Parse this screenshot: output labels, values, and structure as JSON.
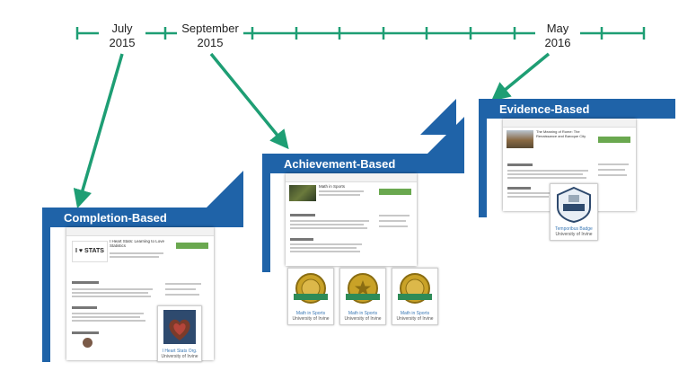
{
  "timeline": {
    "labels": [
      {
        "line1": "July",
        "line2": "2015"
      },
      {
        "line1": "September",
        "line2": "2015"
      },
      {
        "line1": "May",
        "line2": "2016"
      }
    ],
    "color": "#1e9e74"
  },
  "panels": [
    {
      "title": "Completion-Based"
    },
    {
      "title": "Achievement-Based"
    },
    {
      "title": "Evidence-Based"
    }
  ],
  "screens": {
    "completion": {
      "course_title": "I Heart Stats: Learning to Love Statistics",
      "logo_text": "I ♥ STATS",
      "badge_caption": "I Heart Stats Org.",
      "badge_sub": "University of Irvine"
    },
    "achievement": {
      "course_title": "Math in Sports",
      "badge_caption": "Math in Sports",
      "badge_sub": "University of Irvine"
    },
    "evidence": {
      "course_title": "The Meaning of Rome: The Renaissance and Baroque City",
      "badge_caption": "Temporibus Badge",
      "badge_sub": "University of Irvine"
    }
  },
  "colors": {
    "panel_blue": "#1f63a8",
    "accent_green": "#6aa84f",
    "badge_gold": "#c9a227"
  }
}
